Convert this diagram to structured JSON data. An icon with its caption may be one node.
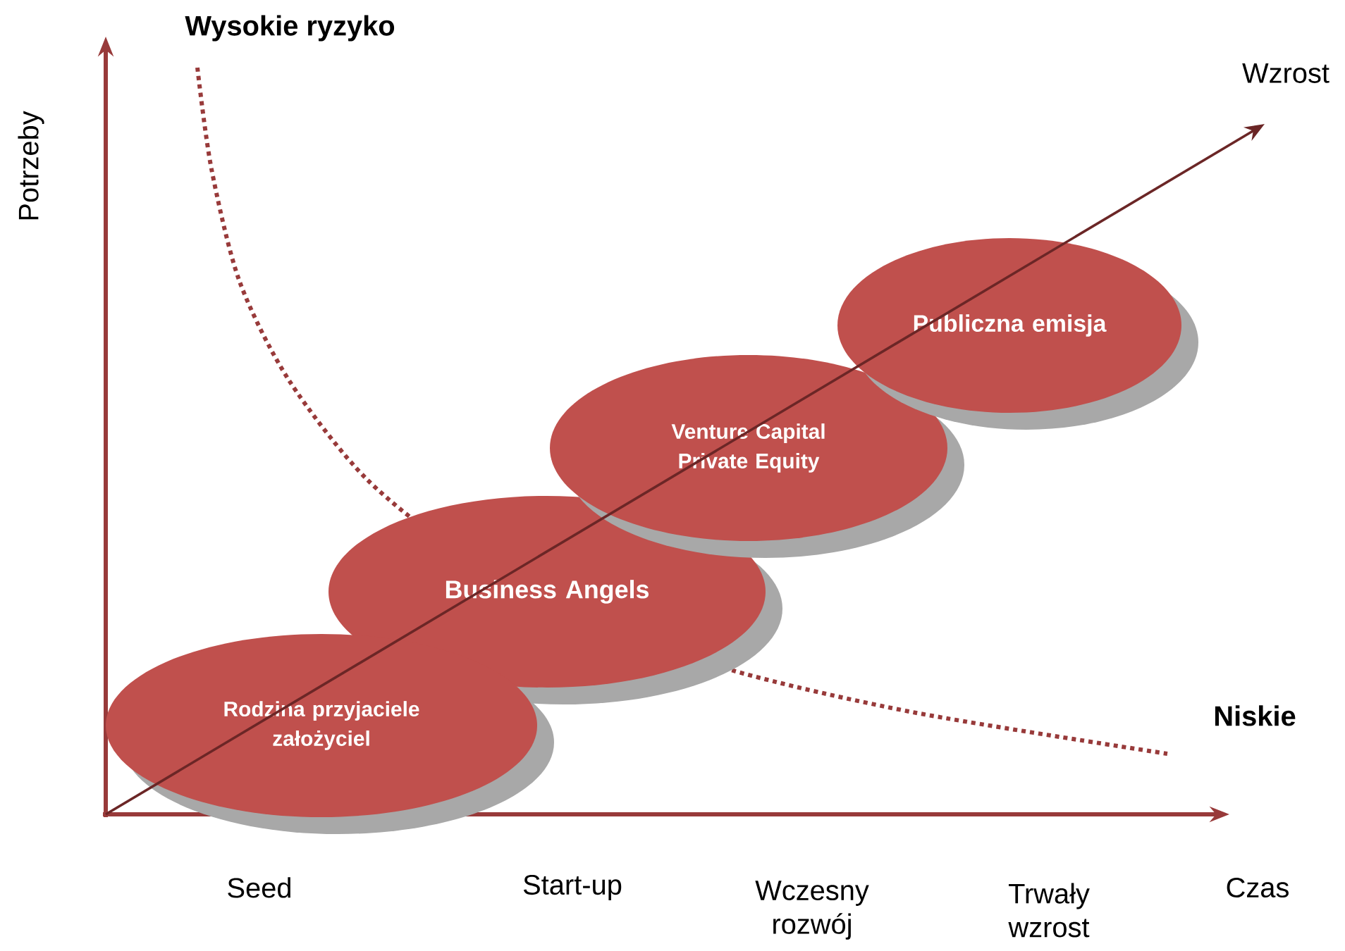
{
  "diagram": {
    "nodes": [
      {
        "text": [
          "Rodzina przyjaciele założyciel"
        ]
      },
      {
        "text": [
          "Business Angels"
        ]
      },
      {
        "text": [
          "Venture Capital Private Equity"
        ]
      },
      {
        "text": [
          "Publiczna emisja"
        ]
      }
    ],
    "labels": [
      "Wysokie ryzyko",
      "Potrzeby",
      "Wzrost",
      "Niskie",
      "Seed",
      "Start-up",
      "Wczesny rozwój",
      "Trwały wzrost",
      "Czas"
    ]
  }
}
